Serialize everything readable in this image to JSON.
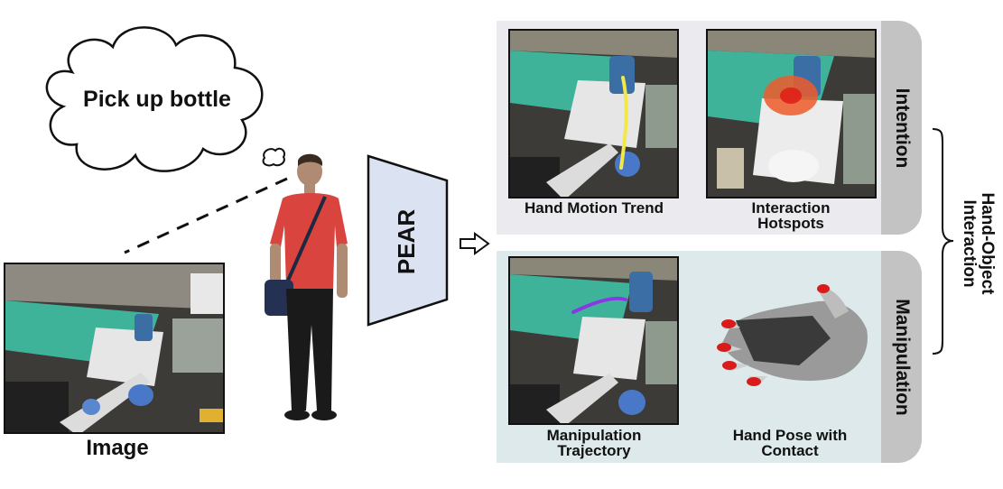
{
  "thought": {
    "text": "Pick up bottle"
  },
  "input": {
    "label": "Image"
  },
  "model": {
    "label": "PEAR"
  },
  "outputs": {
    "hand_motion_trend": "Hand Motion Trend",
    "interaction_hotspots": "Interaction Hotspots",
    "manipulation_trajectory": "Manipulation Trajectory",
    "hand_pose_with_contact": "Hand Pose with Contact"
  },
  "groups": {
    "intention": "Intention",
    "manipulation": "Manipulation",
    "hand_object_interaction": "Hand-Object Interaction"
  },
  "colors": {
    "intention_panel": "#ebebef",
    "manipulation_panel": "#dde9ea",
    "side_tab": "#c3c3c3",
    "pear_fill": "#dbe3f3",
    "shirt": "#d9443f",
    "trend_line": "#f2e84a",
    "trajectory_line": "#8a38e6",
    "hotspot": "#ef5a2a",
    "contact": "#d91b1b"
  }
}
